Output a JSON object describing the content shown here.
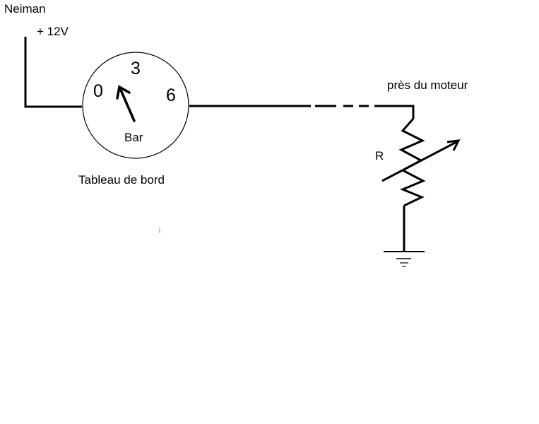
{
  "labels": {
    "neiman": "Neiman",
    "supply": "+ 12V",
    "gauge_unit": "Bar",
    "dashboard": "Tableau de bord",
    "near_engine": "près du moteur",
    "resistor": "R"
  },
  "gauge": {
    "ticks": [
      "0",
      "3",
      "6"
    ]
  },
  "colors": {
    "ink": "#000000",
    "background": "#ffffff",
    "stray_mark": "#5b9bd5"
  }
}
